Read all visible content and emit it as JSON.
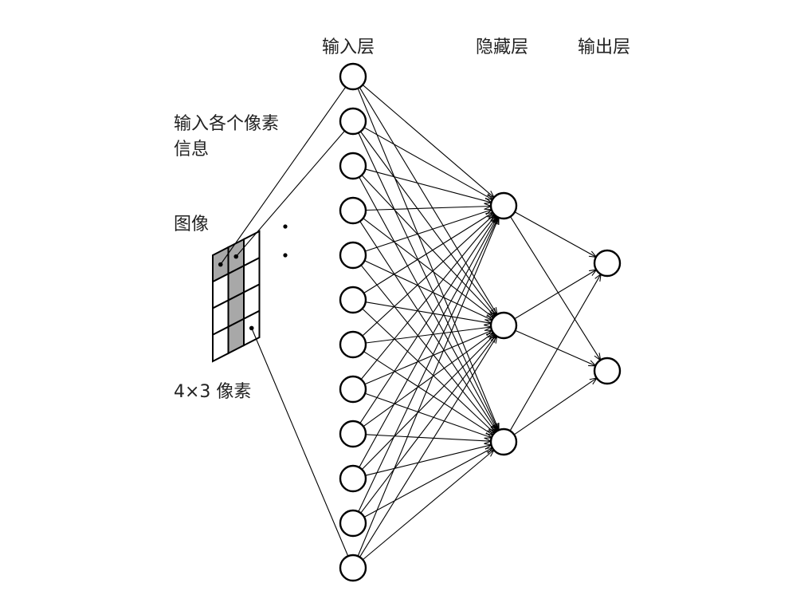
{
  "labels": {
    "input_layer": "输入层",
    "hidden_layer": "隐藏层",
    "output_layer": "输出层",
    "input_pixels_line1": "输入各个像素",
    "input_pixels_line2": "信息",
    "image": "图像",
    "pixels_size": "4×3 像素"
  },
  "network": {
    "input_nodes": 12,
    "hidden_nodes": 3,
    "output_nodes": 2
  },
  "image_grid": {
    "rows": 4,
    "cols": 3,
    "shaded_cells": [
      [
        0,
        0
      ],
      [
        0,
        1
      ],
      [
        1,
        1
      ],
      [
        2,
        1
      ],
      [
        3,
        1
      ]
    ]
  },
  "colors": {
    "stroke": "#000000",
    "shade": "#a8a8a8",
    "background": "#ffffff"
  }
}
